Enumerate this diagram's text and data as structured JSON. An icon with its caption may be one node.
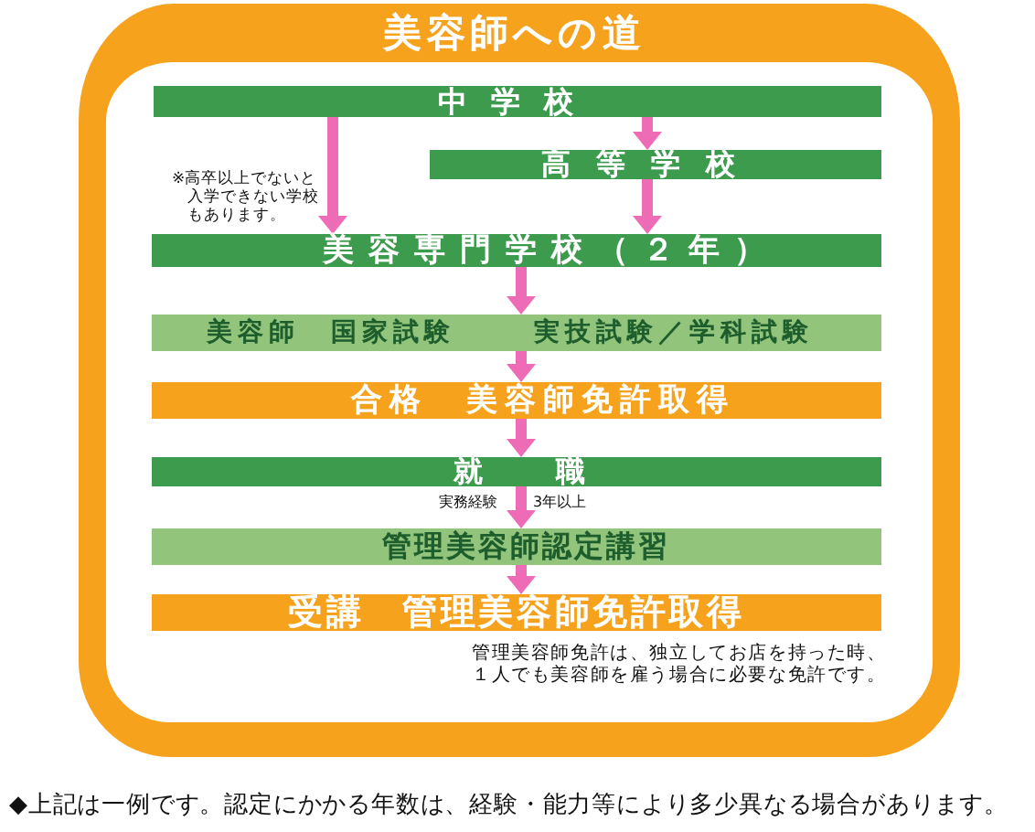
{
  "diagram": {
    "nodes": [
      {
        "text": [
          "美容師への道"
        ]
      },
      {
        "text": [
          "中学校"
        ],
        "in": 0
      },
      {
        "text": [
          "高等学校"
        ],
        "in": 0
      },
      {
        "text": [
          "美容専門学校（２年）"
        ],
        "in": 0
      },
      {
        "text": [
          "美容師　国家試験",
          "実技試験／学科試験"
        ],
        "in": 0
      },
      {
        "text": [
          "合格　美容師免許取得"
        ],
        "in": 0
      },
      {
        "text": [
          "就　職"
        ],
        "in": 0
      },
      {
        "text": [
          "管理美容師認定講習"
        ],
        "in": 0
      },
      {
        "text": [
          "受講　管理美容師免許取得"
        ],
        "in": 0,
        "beside": [
          "管理美容師免許は、独立してお店を持った時、１人でも美容師を雇う場合に必要な免許です。"
        ]
      }
    ],
    "edges": [
      {
        "from": 1,
        "to": 2,
        "arrow": "to"
      },
      {
        "from": 1,
        "to": 3,
        "arrow": "to"
      },
      {
        "from": 2,
        "to": 3,
        "arrow": "to"
      },
      {
        "from": 3,
        "to": 4,
        "arrow": "to"
      },
      {
        "from": 4,
        "to": 5,
        "arrow": "to"
      },
      {
        "from": 5,
        "to": 6,
        "arrow": "to"
      },
      {
        "from": 6,
        "to": 7,
        "arrow": "to",
        "label": "実務経験 3年以上"
      },
      {
        "from": 7,
        "to": 8,
        "arrow": "to"
      }
    ],
    "labels": [
      "※高卒以上でないと入学できない学校もあります。",
      "◆上記は一例です。認定にかかる年数は、経験・能力等により多少異なる場合があります。"
    ]
  }
}
